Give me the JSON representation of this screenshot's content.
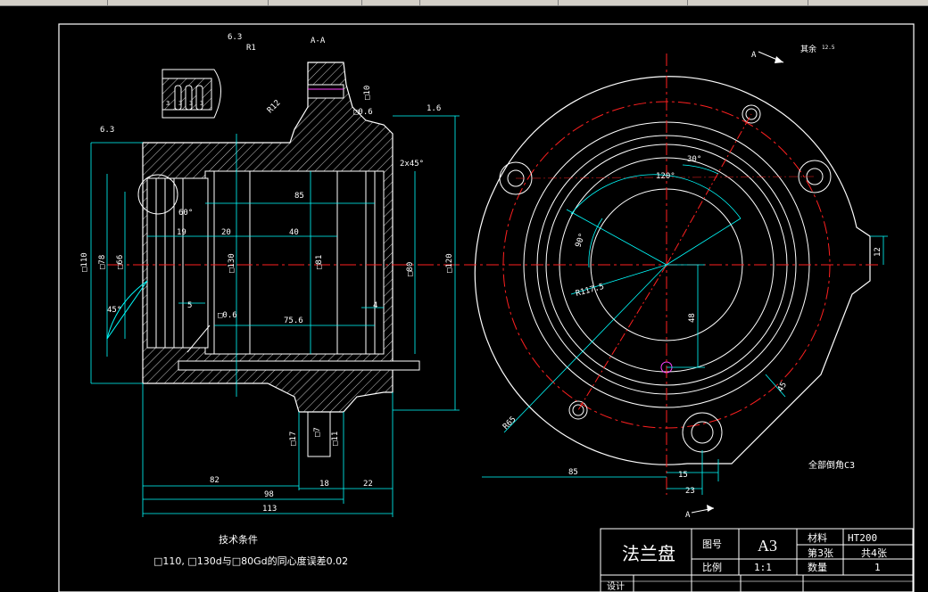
{
  "section_label": "A-A",
  "view_arrow_label": "A",
  "roughness": {
    "top": "6.3",
    "top_suffix": "R1",
    "left": "6.3",
    "right": "1.6",
    "corner_note": "其余",
    "corner_value": "12.5"
  },
  "dims_left_view": {
    "d110": "□110",
    "d78": "□78",
    "d66": "□66",
    "d130": "□130",
    "d81": "□81",
    "d80": "□80",
    "d120": "□120",
    "len19": "19",
    "len20": "20",
    "len40": "40",
    "len85": "85",
    "len5": "5",
    "len4": "4",
    "len75": "75.6",
    "len82": "82",
    "len98": "98",
    "len113": "113",
    "len18": "18",
    "len22": "22",
    "angle60": "60°",
    "angle45": "45°",
    "chamfer": "2x45°",
    "d06": "□0.6",
    "d17": "□17",
    "d11": "□11",
    "d4": "4",
    "r12": "R12",
    "d10": "□10",
    "d7": "□7"
  },
  "dims_right_view": {
    "angle30": "30°",
    "angle120": "120°",
    "angle90": "90°",
    "r117": "R117.5",
    "r65": "R65",
    "len85": "85",
    "len15": "15",
    "len23": "23",
    "len12": "12",
    "len48": "48",
    "len45": "45"
  },
  "chamfer_note": "全部倒角C3",
  "tech_req": {
    "heading": "技术条件",
    "text": "□110, □130d与□80Gd的同心度误差0.02"
  },
  "title_block": {
    "name": "法兰盘",
    "drawing_no_label": "图号",
    "size": "A3",
    "material_label": "材料",
    "material": "HT200",
    "scale_label": "比例",
    "scale": "1:1",
    "sheet_label": "第3张",
    "total_sheets": "共4张",
    "qty_label": "数量",
    "qty": "1",
    "design_label": "设计"
  },
  "colors": {
    "line": "#ffffff",
    "dimension": "#00ffff",
    "centerline": "#ff2020",
    "accent_magenta": "#ff40ff",
    "background": "#000000"
  }
}
